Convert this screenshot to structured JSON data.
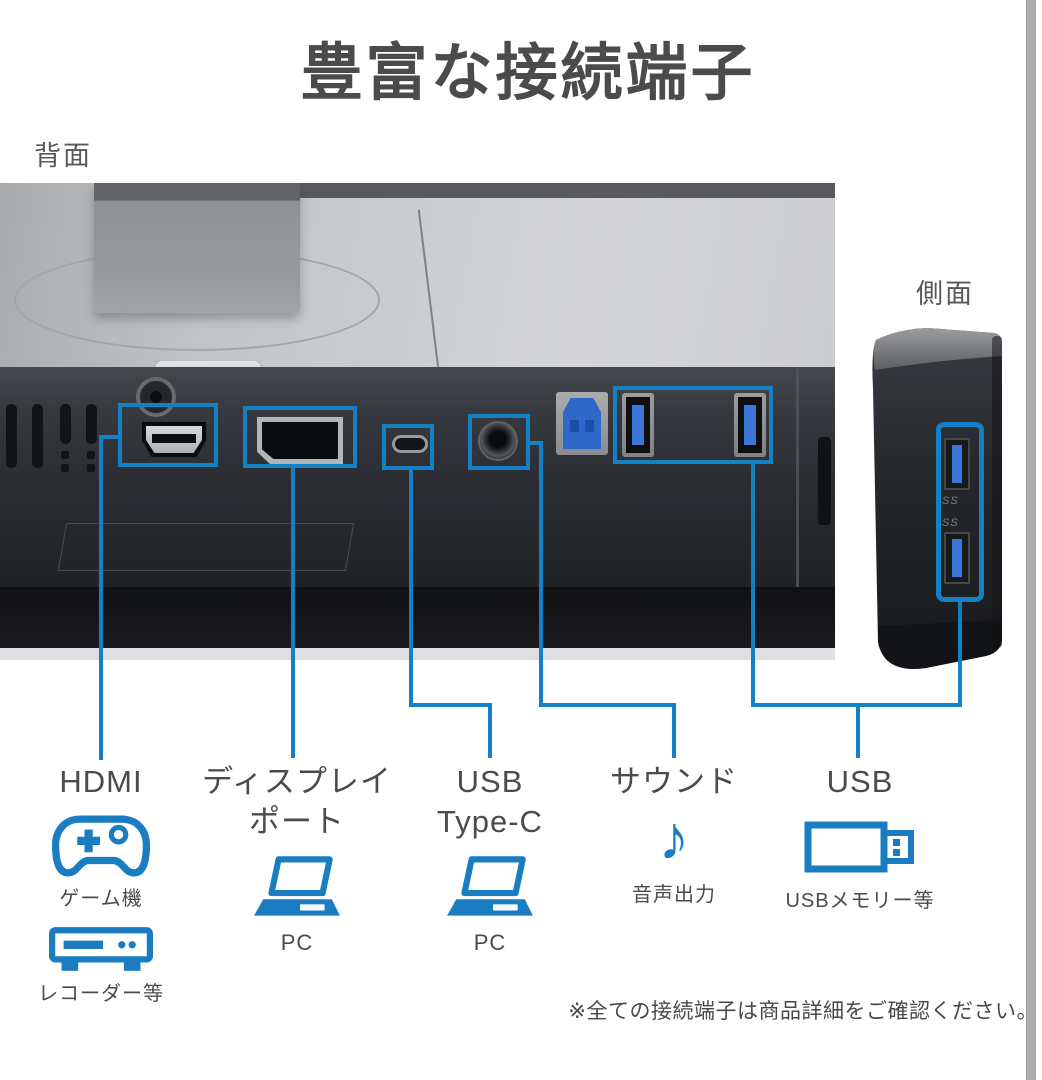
{
  "colors": {
    "accent": "#1581c5",
    "heading": "#4a4b4d"
  },
  "title": "豊富な接続端子",
  "sections": {
    "back": "背面",
    "side": "側面"
  },
  "music_note_glyph": "♪",
  "columns": [
    {
      "title_lines": [
        "HDMI"
      ],
      "items": [
        {
          "icon": "game-controller",
          "caption": "ゲーム機"
        },
        {
          "icon": "video-recorder",
          "caption": "レコーダー等"
        }
      ]
    },
    {
      "title_lines": [
        "ディスプレイ",
        "ポート"
      ],
      "items": [
        {
          "icon": "laptop",
          "caption": "PC"
        }
      ]
    },
    {
      "title_lines": [
        "USB",
        "Type-C"
      ],
      "items": [
        {
          "icon": "laptop",
          "caption": "PC"
        }
      ]
    },
    {
      "title_lines": [
        "サウンド"
      ],
      "items": [
        {
          "icon": "music-note",
          "caption": "音声出力"
        }
      ]
    },
    {
      "title_lines": [
        "USB"
      ],
      "items": [
        {
          "icon": "usb-memory",
          "caption": "USBメモリー等"
        }
      ]
    }
  ],
  "side_port_markings": [
    "SS",
    "SS"
  ],
  "footnote": "※全ての接続端子は商品詳細をご確認ください。"
}
